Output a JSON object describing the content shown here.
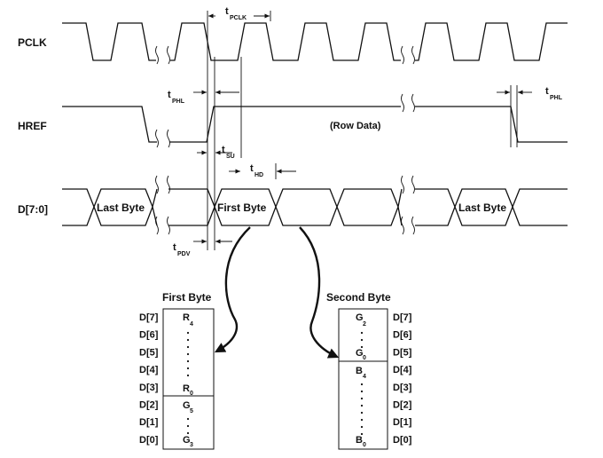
{
  "signals": {
    "pclk": "PCLK",
    "href": "HREF",
    "data": "D[7:0]"
  },
  "timing_labels": {
    "tpclk": {
      "main": "t",
      "sub": "PCLK"
    },
    "tphl_left": {
      "main": "t",
      "sub": "PHL"
    },
    "tphl_right": {
      "main": "t",
      "sub": "PHL"
    },
    "tsu": {
      "main": "t",
      "sub": "SU"
    },
    "thd": {
      "main": "t",
      "sub": "HD"
    },
    "tpdv": {
      "main": "t",
      "sub": "PDV"
    }
  },
  "annotations": {
    "row_data": "(Row Data)"
  },
  "data_line": {
    "last_byte_left": "Last Byte",
    "first_byte": "First Byte",
    "last_byte_right": "Last Byte"
  },
  "first_byte_table": {
    "title": "First Byte",
    "bit_labels": [
      "D[7]",
      "D[6]",
      "D[5]",
      "D[4]",
      "D[3]",
      "D[2]",
      "D[1]",
      "D[0]"
    ],
    "top_group": {
      "msb": {
        "main": "R",
        "sub": "4"
      },
      "lsb": {
        "main": "R",
        "sub": "0"
      }
    },
    "bottom_group": {
      "msb": {
        "main": "G",
        "sub": "5"
      },
      "lsb": {
        "main": "G",
        "sub": "3"
      }
    }
  },
  "second_byte_table": {
    "title": "Second Byte",
    "bit_labels": [
      "D[7]",
      "D[6]",
      "D[5]",
      "D[4]",
      "D[3]",
      "D[2]",
      "D[1]",
      "D[0]"
    ],
    "top_group": {
      "msb": {
        "main": "G",
        "sub": "2"
      },
      "lsb": {
        "main": "G",
        "sub": "0"
      }
    },
    "bottom_group": {
      "msb": {
        "main": "B",
        "sub": "4"
      },
      "lsb": {
        "main": "B",
        "sub": "0"
      }
    }
  }
}
